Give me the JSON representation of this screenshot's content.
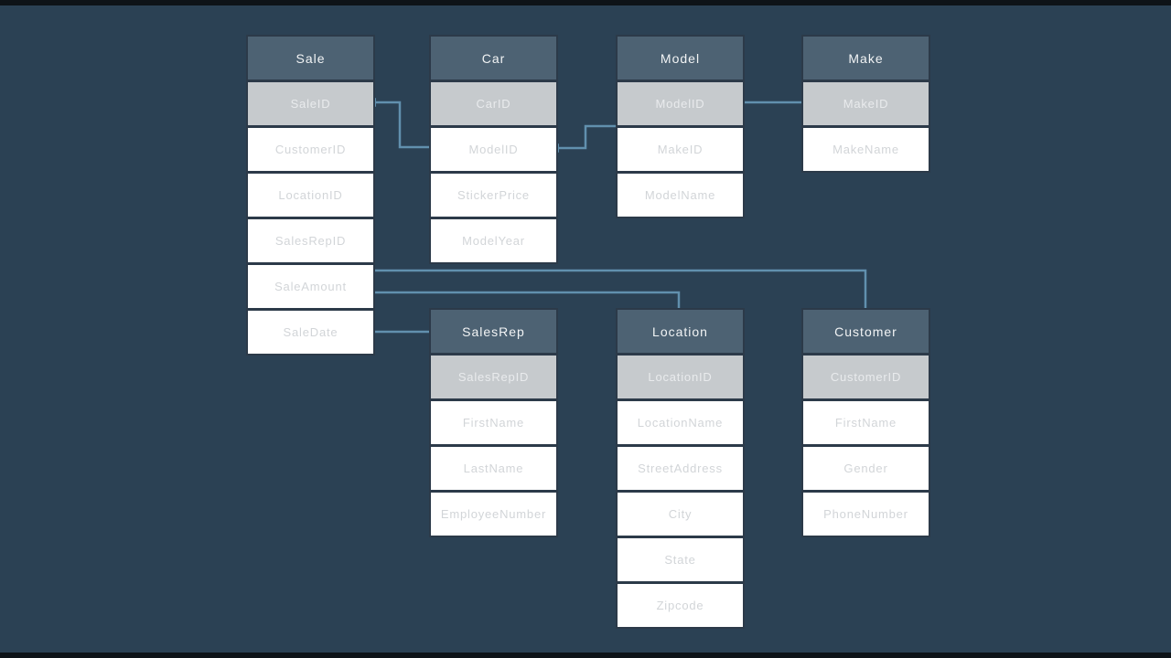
{
  "colors": {
    "background": "#2b4154",
    "letterbox": "#0e1318",
    "table_border": "#2c3a49",
    "header_bg": "#4d6273",
    "header_text": "#f2f4f5",
    "key_row_bg": "#c6cacd",
    "key_row_text": "#e9ebed",
    "field_row_bg": "#ffffff",
    "field_row_text": "#d2d5d8",
    "connector": "#6190ae"
  },
  "tables": [
    {
      "name": "Sale",
      "key": "SaleID",
      "fields": [
        "CustomerID",
        "LocationID",
        "SalesRepID",
        "SaleAmount",
        "SaleDate"
      ]
    },
    {
      "name": "Car",
      "key": "CarID",
      "fields": [
        "ModelID",
        "StickerPrice",
        "ModelYear"
      ]
    },
    {
      "name": "Model",
      "key": "ModelID",
      "fields": [
        "MakeID",
        "ModelName"
      ]
    },
    {
      "name": "Make",
      "key": "MakeID",
      "fields": [
        "MakeName"
      ]
    },
    {
      "name": "SalesRep",
      "key": "SalesRepID",
      "fields": [
        "FirstName",
        "LastName",
        "EmployeeNumber"
      ]
    },
    {
      "name": "Location",
      "key": "LocationID",
      "fields": [
        "LocationName",
        "StreetAddress",
        "City",
        "State",
        "Zipcode"
      ]
    },
    {
      "name": "Customer",
      "key": "CustomerID",
      "fields": [
        "FirstName",
        "Gender",
        "PhoneNumber"
      ]
    }
  ],
  "relationships": [
    {
      "from": "Sale.SaleID",
      "to": "Car.ModelID"
    },
    {
      "from": "Car.ModelID",
      "to": "Model.ModelID"
    },
    {
      "from": "Model.ModelID",
      "to": "Make.MakeID"
    },
    {
      "from": "Sale",
      "to": "Customer"
    },
    {
      "from": "Sale",
      "to": "Location"
    },
    {
      "from": "Sale.SaleDate",
      "to": "SalesRep"
    }
  ]
}
